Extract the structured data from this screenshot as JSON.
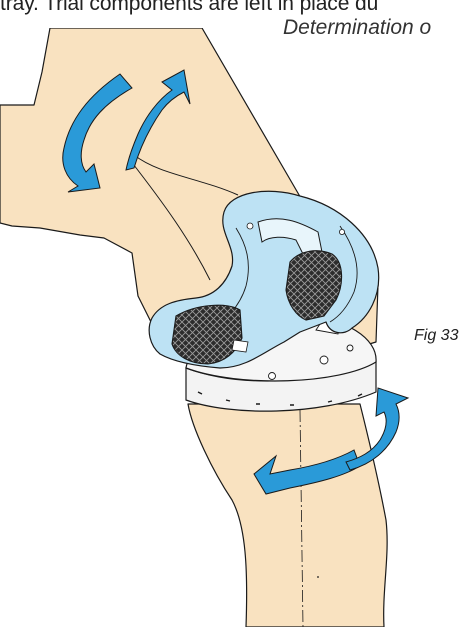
{
  "text": {
    "top_line": "tray. Trial components are left in place du",
    "subtitle": "Determination o",
    "figure_label": "Fig 33"
  },
  "colors": {
    "bone": "#f9e2c0",
    "implant": "#bde2f4",
    "arrow": "#2a9ad8",
    "outline": "#1a1a1a",
    "mesh": "#2c2c2c",
    "tray": "#f3f3f3"
  },
  "icons": {
    "femur": "femur-bone",
    "tibia": "tibia-bone",
    "femoral_component": "femoral-component",
    "tibial_tray": "tibial-tray",
    "flexion_arrows": "double-curved-arrow-icon",
    "rotation_arrows": "double-curved-arrow-icon"
  }
}
